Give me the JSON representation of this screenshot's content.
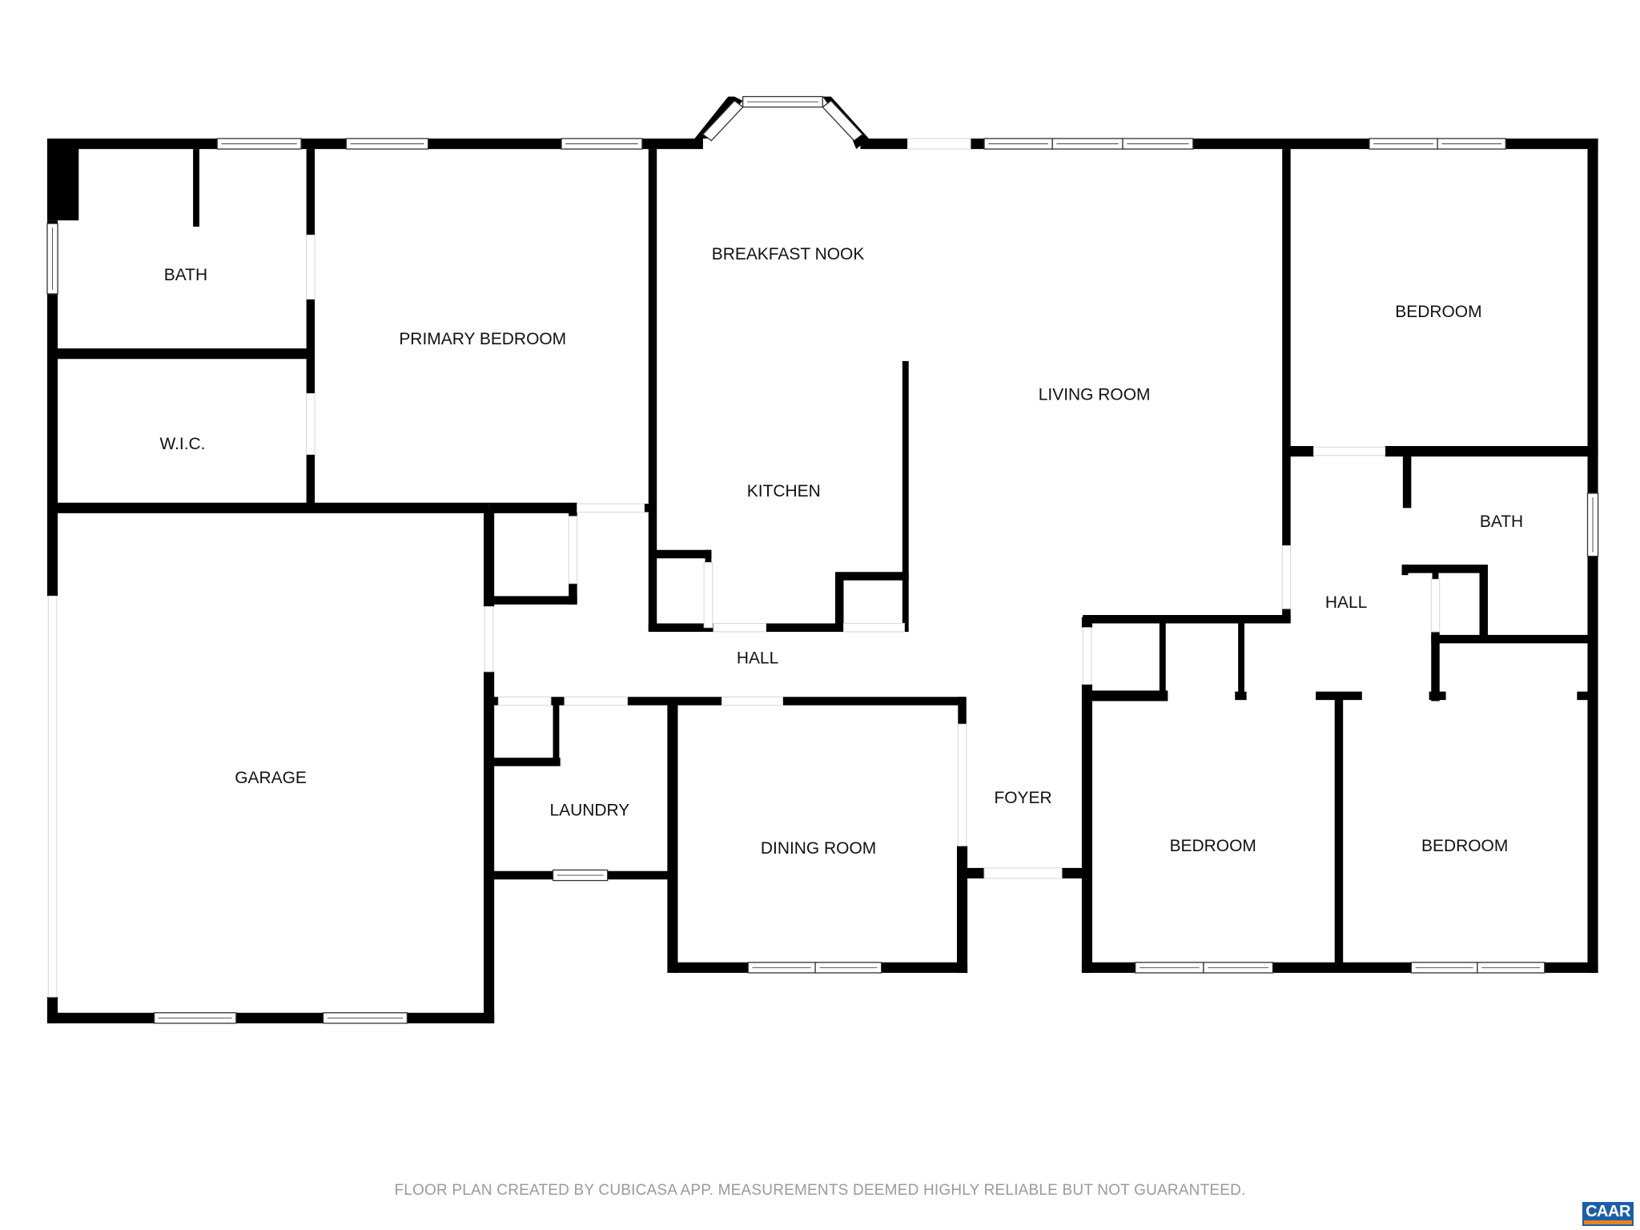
{
  "rooms": {
    "bath_primary": "BATH",
    "primary_bedroom": "PRIMARY BEDROOM",
    "wic": "W.I.C.",
    "breakfast_nook": "BREAKFAST NOOK",
    "kitchen": "KITCHEN",
    "living_room": "LIVING ROOM",
    "bedroom_ne": "BEDROOM",
    "bath_east": "BATH",
    "hall_east": "HALL",
    "hall_central": "HALL",
    "garage": "GARAGE",
    "laundry": "LAUNDRY",
    "dining_room": "DINING ROOM",
    "foyer": "FOYER",
    "bedroom_s1": "BEDROOM",
    "bedroom_s2": "BEDROOM"
  },
  "footer": {
    "disclaimer": "FLOOR PLAN CREATED BY CUBICASA APP. MEASUREMENTS DEEMED HIGHLY RELIABLE BUT NOT GUARANTEED."
  },
  "logo": {
    "text": "CAAR",
    "colors": {
      "box": "#1d5fa6",
      "bar": "#e8841f",
      "text": "#ffffff"
    }
  },
  "colors": {
    "wall": "#000000",
    "background": "#ffffff",
    "footer_text": "#9a9a9a"
  }
}
